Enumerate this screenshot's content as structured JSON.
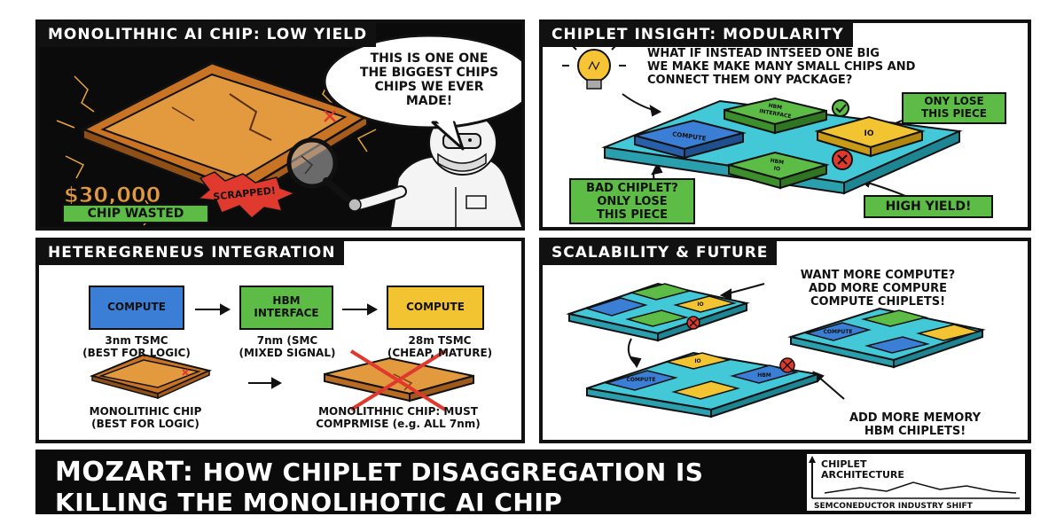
{
  "panel1": {
    "title": "MONOLITHHIC AI CHIP: LOW YIELD",
    "speech": [
      "THIS IS ONE ONE",
      "THE BIGGEST CHIPS",
      "CHIPS WE EVER",
      "MADE!"
    ],
    "price": "$30,000",
    "scrapped": "SCRAPPED!",
    "wasted": "CHIP WASTED"
  },
  "panel2": {
    "title": "CHIPLET INSIGHT: MODULARITY",
    "question": [
      "WHAT IF INSTEAD INTSEED ONE BIG",
      "WE MAKE MAKE MANY SMALL CHIPS AND",
      "CONNECT THEM ONY PACKAGE?"
    ],
    "lose_label": [
      "ONY LOSE",
      "THIS PIECE"
    ],
    "bad_label": [
      "BAD CHIPLET?",
      "ONLY LOSE",
      "THIS PIECE"
    ],
    "high_yield": "HIGH YIELD!",
    "chip_compute": "COMPUTE",
    "chip_hbm": [
      "HBM",
      "INTERFACE"
    ],
    "chip_io": "IO",
    "chip_misc": [
      "HBM",
      "IO"
    ]
  },
  "panel3": {
    "title": "HETEREGRENEUS INTEGRATION",
    "box1": "COMPUTE",
    "box2": [
      "HBM",
      "INTERFACE"
    ],
    "box3": "COMPUTE",
    "cap1": [
      "3nm TSMC",
      "(BEST FOR LOGIC)"
    ],
    "cap2": [
      "7nm (SMC",
      "(MIXED SIGNAL)"
    ],
    "cap3": [
      "28m TSMC",
      "(CHEAP, MATURE)"
    ],
    "cap4": [
      "MONOLITIHIC CHIP",
      "(BEST FOR LOGIC)"
    ],
    "cap5": [
      "MONOLITHHIC CHIP: MUST",
      "COMPRMISE (e.g. ALL 7nm)"
    ]
  },
  "panel4": {
    "title": "SCALABILITY & FUTURE",
    "top_text": [
      "WANT MORE COMPUTE?",
      "ADD MORE COMPURE",
      "COMPUTE CHIPLETS!"
    ],
    "bottom_text": [
      "ADD MORE MEMORY",
      "HBM CHIPLETS!"
    ],
    "chip_compute": "COMPUTE",
    "chip_hbm": "HBM",
    "chip_io": "IO"
  },
  "banner": {
    "headline_bold": "MOZART:",
    "headline_rest": " HOW CHIPLET DISAGGREGATION IS",
    "headline_line2": "KILLING THE MONOLIHOTIC AI CHIP",
    "logo_top": [
      "CHIPLET",
      "ARCHITECTURE"
    ],
    "logo_bottom": "SEMCONEDUCTOR INDUSTRY SHIFT"
  },
  "colors": {
    "compute_blue": "#3a7fd5",
    "hbm_green": "#5cbc46",
    "io_yellow": "#f2c431",
    "substrate_cyan": "#43c8d8",
    "chip_orange": "#e39a3e",
    "alert_red": "#e03a2f"
  },
  "icons": [
    "lightbulb-icon",
    "magnifier-icon",
    "check-icon",
    "error-icon",
    "engineer-figure",
    "trend-chart-icon"
  ]
}
